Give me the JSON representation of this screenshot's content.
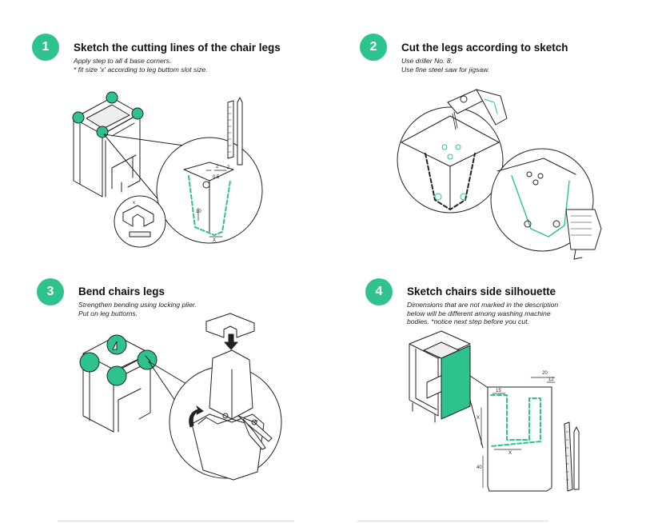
{
  "steps": [
    {
      "number": "1",
      "title": "Sketch the cutting lines of the chair legs",
      "lines": [
        "Apply step to all 4 base corners.",
        "* fit size 'x' according to leg buttom slot size."
      ]
    },
    {
      "number": "2",
      "title": "Cut the legs according to sketch",
      "lines": [
        "Use driller No. 8.",
        "Use fine steel saw for jigsaw."
      ]
    },
    {
      "number": "3",
      "title": "Bend chairs legs",
      "lines": [
        "Strengthen bending using locking plier.",
        "Put on leg buttoms."
      ]
    },
    {
      "number": "4",
      "title": "Sketch chairs side silhouette",
      "lines": [
        "Dimensions that are not marked in the description",
        "below will be different among washing machine",
        "bodies. *notice next step before you cut."
      ]
    }
  ],
  "dimensions": {
    "step1": [
      "2",
      "2",
      "0.5",
      "10",
      "X"
    ],
    "step4": [
      "20",
      "12",
      "15",
      "X",
      "X",
      "40"
    ]
  },
  "colors": {
    "accent": "#2ec28c",
    "accent_light": "#bfe9da",
    "line": "#222222"
  }
}
